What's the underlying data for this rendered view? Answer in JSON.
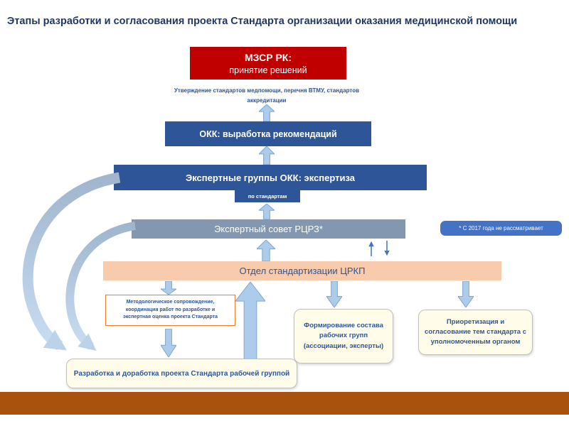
{
  "slide": {
    "title": "Этапы разработки и согласования проекта Стандарта организации оказания медицинской помощи"
  },
  "flow": {
    "mzsr_line1": "МЗСР РК:",
    "mzsr_line2": "принятие решений",
    "approval_note": "Утверждение стандартов медпомощи, перечня ВТМУ, стандартов аккредитации",
    "okk": "ОКК: выработка рекомендаций",
    "expert_groups": "Экспертные группы ОКК: экспертиза",
    "by_standards": "по стандартам",
    "expert_council": "Экспертный совет РЦРЗ*",
    "note_2017": "* С 2017 года не рассматривает",
    "dept": "Отдел стандартизации ЦРКП",
    "method_support": "Методологическое сопровождение, координация работ по разработке и экспертная оценка проекта Стандарта",
    "working_groups": "Формирование состава рабочих групп (ассоциации, эксперты)",
    "prioritization": "Приоретизация и согласование тем стандарта с уполномоченным органом",
    "development": "Разработка и доработка проекта Стандарта рабочей группой"
  },
  "colors": {
    "title_text": "#1F3864",
    "decision_red": "#C00000",
    "dark_blue": "#2E5597",
    "gray_blue": "#8497B0",
    "note_blue": "#4472C4",
    "peach": "#F8CBAD",
    "cream_yellow": "#FFFDE9",
    "arrow_blue": "#ADCCEC",
    "method_border_orange": "#ED7D31",
    "footer_brown": "#A9520E"
  }
}
